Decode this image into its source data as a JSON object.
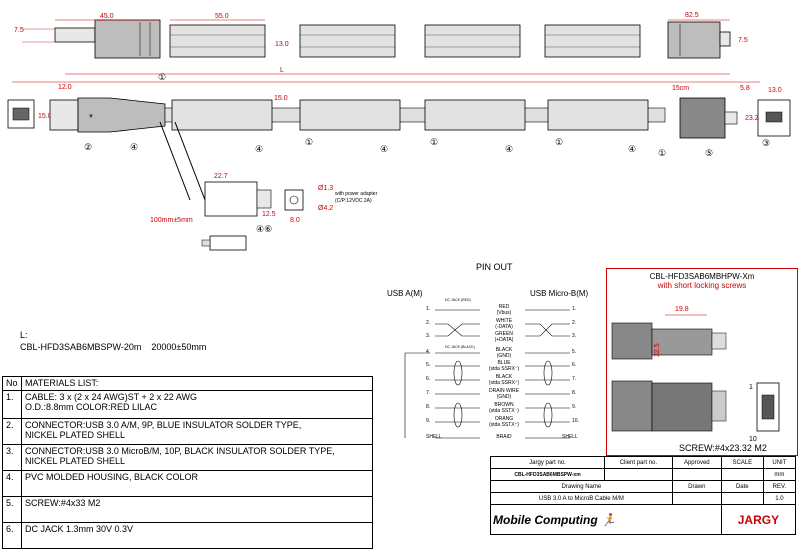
{
  "dimensions": {
    "d45": "45.0",
    "d55": "55.0",
    "d7_5a": "7.5",
    "d13": "13.0",
    "d82_5": "82.5",
    "d7_5b": "7.5",
    "d12": "12.0",
    "dL": "L",
    "d15": "15.0",
    "d15_0b": "15.0",
    "d15cm": "15cm",
    "d5_8": "5.8",
    "d13_0b": "13.0",
    "d23_2": "23.2",
    "d22_7": "22.7",
    "d12_5": "12.5",
    "d8": "8.0",
    "d100mm": "100mm±5mm",
    "dphi13": "Ø1.3",
    "dphi42": "Ø4.2",
    "d19_8": "19.8",
    "d32_5": "32.5"
  },
  "callouts": {
    "c1": "①",
    "c2": "②",
    "c4": "④",
    "c5": "⑤",
    "c3": "③",
    "c46": "④⑥",
    "pins1": "1",
    "pins10": "10"
  },
  "power_adapter_note": "with power adapter\n(C/P:12VDC 2A)",
  "power_note_line1": "with power adapter",
  "power_note_line2": "(C/P:12VDC 2A)",
  "dcjack_label": "DC JACK",
  "length": {
    "label": "L:",
    "part": "CBL-HFD3SAB6MBSPW-20m",
    "value": "20000±50mm"
  },
  "pinout": {
    "title": "PIN OUT",
    "left_header": "USB A(M)",
    "right_header": "USB Micro-B(M)",
    "usb_left_small": "DC JACK (RED)",
    "dc_left_small": "DC JACK (BLACK)",
    "rows": [
      {
        "left": "1.",
        "signal": "RED",
        "sub": "(Vbus)",
        "right": "1."
      },
      {
        "left": "2.",
        "signal": "WHITE",
        "sub": "(-DATA)",
        "right": "2."
      },
      {
        "left": "3.",
        "signal": "GREEN",
        "sub": "(+DATA)",
        "right": "3."
      },
      {
        "left": "4.",
        "signal": "BLACK",
        "sub": "(GND)",
        "right": "5."
      },
      {
        "left": "5.",
        "signal": "BLUE",
        "sub": "(stda SSRX⁻)",
        "right": "6."
      },
      {
        "left": "6.",
        "signal": "BLACK",
        "sub": "(stda SSRX⁺)",
        "right": "7."
      },
      {
        "left": "7.",
        "signal": "DRAIN WIRE",
        "sub": "(GND)",
        "right": "8."
      },
      {
        "left": "8.",
        "signal": "BROWN",
        "sub": "(stda SSTX⁻)",
        "right": "9."
      },
      {
        "left": "9.",
        "signal": "ORANG",
        "sub": "(stda SSTX⁺)",
        "right": "10."
      },
      {
        "left": "SHELL",
        "signal": "BRAID",
        "sub": "",
        "right": "SHELL"
      }
    ]
  },
  "variant": {
    "part": "CBL-HFD3SAB6MBHPW-Xm",
    "note": "with short locking screws",
    "screw": "SCREW:#4x23.32 M2"
  },
  "materials": {
    "header_no": "No",
    "header_title": "MATERIALS LIST:",
    "rows": [
      {
        "no": "1.",
        "text": "CABLE: 3 x (2 x 24 AWG)ST + 2 x 22 AWG",
        "text2": "O.D.:8.8mm COLOR:RED LILAC"
      },
      {
        "no": "2.",
        "text": "CONNECTOR:USB 3.0 A/M, 9P, BLUE INSULATOR SOLDER TYPE,",
        "text2": "NICKEL PLATED SHELL"
      },
      {
        "no": "3.",
        "text": "CONNECTOR:USB 3.0 MicroB/M, 10P, BLACK INSULATOR SOLDER TYPE,",
        "text2": "NICKEL PLATED SHELL"
      },
      {
        "no": "4.",
        "text": "PVC MOLDED HOUSING, BLACK COLOR",
        "text2": ""
      },
      {
        "no": "5.",
        "text": "SCREW:#4x33 M2",
        "text2": ""
      },
      {
        "no": "6.",
        "text": "DC JACK 1.3mm 30V 0.3V",
        "text2": ""
      }
    ]
  },
  "title_block": {
    "jargy_part_label": "Jargy part no.",
    "client_part_label": "Client part no.",
    "approved_label": "Approved",
    "scale_label": "SCALE",
    "unit_label": "UNIT",
    "jargy_part": "CBL-HFD3SAB6MBSPW-xm",
    "unit": "mm",
    "drawing_name_label": "Drawing Name",
    "drawn_label": "Drawn",
    "date_label": "Date",
    "rev_label": "REV.",
    "drawing_name": "USB 3.0 A to MicroB Cable M/M",
    "rev": "1.0",
    "brand1": "Mobile Computing",
    "brand2": "JARGY"
  },
  "colors": {
    "red": "#cc0000",
    "line": "#000000",
    "gray": "#cfcfcf",
    "dark": "#333333"
  }
}
